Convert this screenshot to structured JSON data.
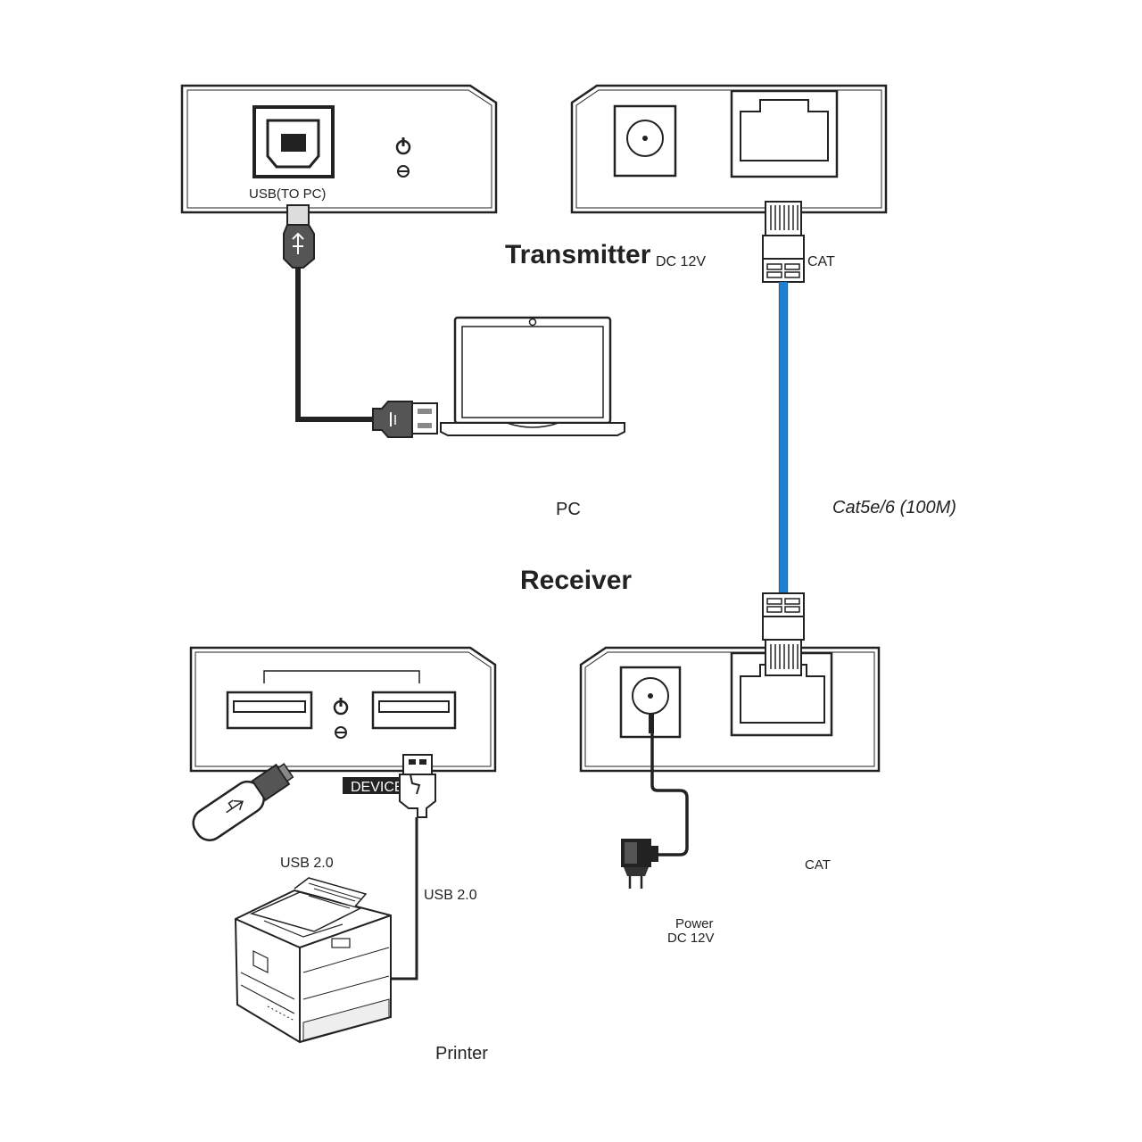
{
  "labels": {
    "transmitter_title": "Transmitter",
    "receiver_title": "Receiver",
    "tx_usb_port": "USB​(TO PC)",
    "tx_dc": "DC  12V",
    "tx_cat": "CAT",
    "pc": "PC",
    "cable_spec": "Cat5e/6 (100M)",
    "device": "DEVICE",
    "usb_left": "USB 2.0",
    "usb_right": "USB 2.0",
    "rx_cat": "CAT",
    "power_line1": "Power",
    "power_line2": "DC  12V",
    "printer": "Printer"
  },
  "colors": {
    "cat_cable": "#1f7fd0",
    "line": "#222222",
    "device_fill": "#ffffff"
  },
  "icons": [
    "usb-b-port-icon",
    "power-icon",
    "usb-plug-icon",
    "laptop-icon",
    "rj45-port-icon",
    "rj45-plug-icon",
    "dc-jack-icon",
    "usb-a-port-icon",
    "usb-flash-drive-icon",
    "power-adapter-icon",
    "printer-icon"
  ]
}
